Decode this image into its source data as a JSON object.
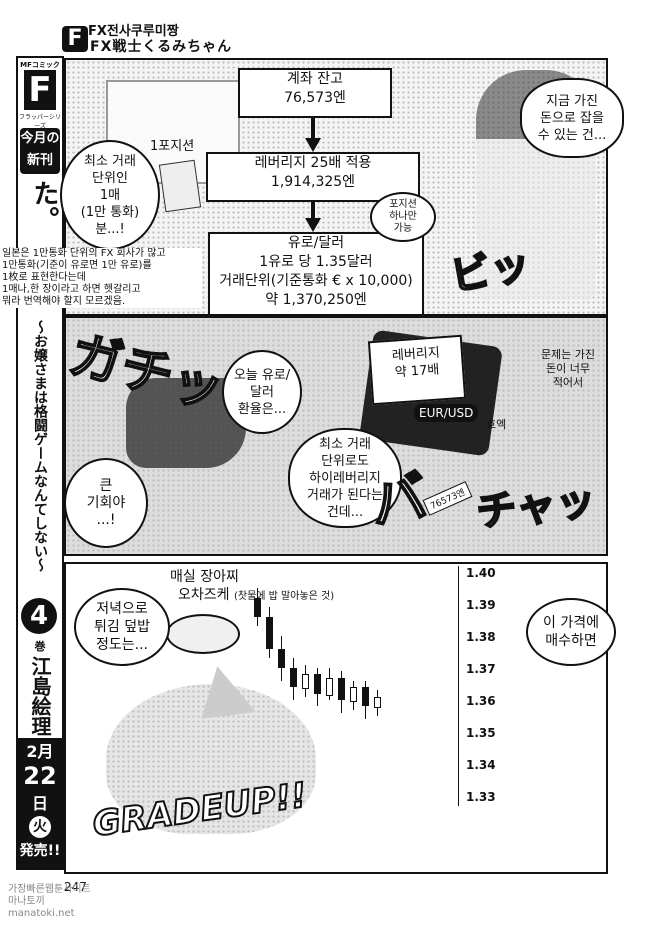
{
  "header": {
    "series_kr": "FX전사쿠루미짱",
    "series_jp": "FX戦士くるみちゃん",
    "logo_letter": "F"
  },
  "sidebar": {
    "publisher": "MFコミックス",
    "label": "フラッパーシリーズ",
    "new_release": "今月の新刊",
    "title": "対ありでした。",
    "subtitle": "～お嬢さまは格闘ゲームなんてしない～",
    "volume": "4",
    "volume_unit": "巻",
    "author": "江島絵理",
    "date_month": "2月",
    "date_day": "22",
    "date_unit": "日",
    "weekday": "火",
    "release": "発売!!"
  },
  "top_panel": {
    "box1": [
      "계좌 잔고",
      "76,573엔"
    ],
    "box2": [
      "레버리지 25배 적용",
      "1,914,325엔"
    ],
    "box3": [
      "유로/달러",
      "1유로 당 1.35달러",
      "거래단위(기준통화 € x 10,000)",
      "약 1,370,250엔"
    ],
    "left_bubble": [
      "최소 거래",
      "단위인",
      "1매",
      "(1만 통화)",
      "분...!"
    ],
    "position_label": "1포지션",
    "small_bubble": [
      "포지션",
      "하나만",
      "가능"
    ],
    "right_bubble": [
      "지금 가진",
      "돈으로 잡을",
      "수 있는 건..."
    ],
    "note": [
      "일본은 1만통화 단위의 FX 회사가 많고",
      "1만통화(기준이 유로면 1만 유로)를",
      "1枚로 표현한다는데",
      "1매나,한 장이라고 하면 헷갈리고",
      "뭐라 번역해야 할지 모르겠음."
    ]
  },
  "mid_panel": {
    "sfx_left": "ガチッ",
    "bubble_euro": [
      "오늘 유로/",
      "달러",
      "환율은..."
    ],
    "bubble_chance": [
      "큰",
      "기회야",
      "...!"
    ],
    "leverage_box": [
      "레버리지",
      "약 17배"
    ],
    "eurusd": "EUR/USD",
    "bubble_center": [
      "최소 거래",
      "단위로도",
      "하이레버리지",
      "거래가 된다는",
      "건데..."
    ],
    "note_right": [
      "문제는 가진",
      "돈이 너무",
      "적어서"
    ],
    "hue": "흐엑",
    "amount_tag": "76573엔",
    "sfx_right": "チャッ"
  },
  "bottom_panel": {
    "food_label": [
      "매실 장아찌",
      "오차즈케"
    ],
    "food_note": "(찻물에 밥 말아놓은 것)",
    "bubble_left": [
      "저녁으로",
      "튀김 덮밥",
      "정도는..."
    ],
    "bubble_right": [
      "이 가격에",
      "매수하면"
    ],
    "gradeup": "GRADEUP!!",
    "price_ticks": [
      "1.40",
      "1.39",
      "1.38",
      "1.37",
      "1.36",
      "1.35",
      "1.34",
      "1.33"
    ]
  },
  "chart_data": {
    "type": "candlestick",
    "ylim": [
      1.33,
      1.4
    ],
    "yticks": [
      "1.40",
      "1.39",
      "1.38",
      "1.37",
      "1.36",
      "1.35",
      "1.34",
      "1.33"
    ],
    "candles": [
      {
        "open": 1.392,
        "close": 1.386,
        "high": 1.395,
        "low": 1.383
      },
      {
        "open": 1.386,
        "close": 1.376,
        "high": 1.389,
        "low": 1.373
      },
      {
        "open": 1.376,
        "close": 1.37,
        "high": 1.38,
        "low": 1.366
      },
      {
        "open": 1.37,
        "close": 1.364,
        "high": 1.373,
        "low": 1.36
      },
      {
        "open": 1.364,
        "close": 1.368,
        "high": 1.371,
        "low": 1.361
      },
      {
        "open": 1.368,
        "close": 1.362,
        "high": 1.37,
        "low": 1.358
      },
      {
        "open": 1.362,
        "close": 1.367,
        "high": 1.37,
        "low": 1.36
      },
      {
        "open": 1.367,
        "close": 1.36,
        "high": 1.369,
        "low": 1.356
      },
      {
        "open": 1.36,
        "close": 1.364,
        "high": 1.366,
        "low": 1.357
      },
      {
        "open": 1.364,
        "close": 1.358,
        "high": 1.366,
        "low": 1.354
      },
      {
        "open": 1.358,
        "close": 1.361,
        "high": 1.363,
        "low": 1.355
      }
    ]
  },
  "footer": {
    "page_number": "247",
    "watermark": [
      "가장빠른웹툰사이트",
      "마나토끼",
      "manatoki.net"
    ]
  }
}
